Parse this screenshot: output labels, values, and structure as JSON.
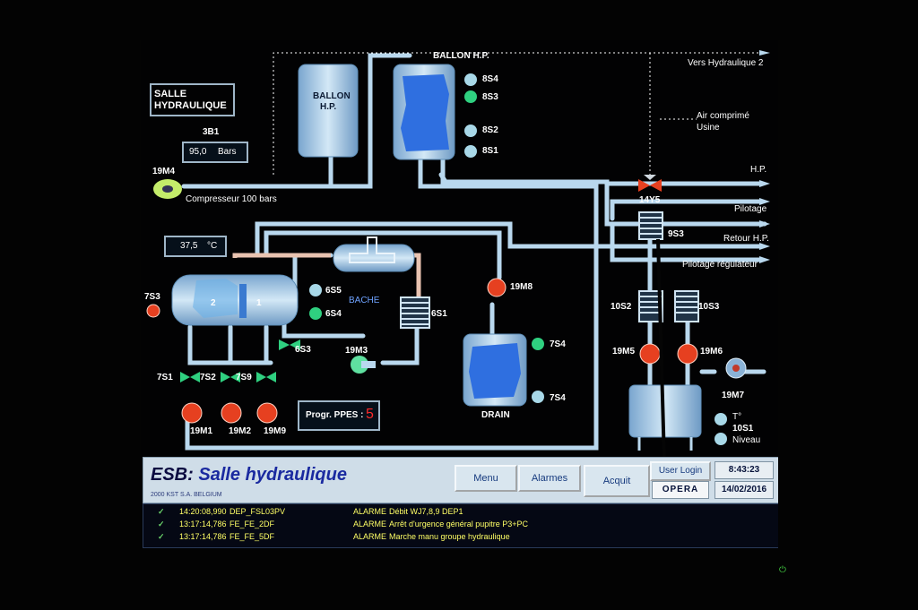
{
  "labels": {
    "room_line1": "SALLE",
    "room_line2": "HYDRAULIQUE",
    "sensor_3b1": "3B1",
    "pressure_value": "95,0",
    "pressure_unit": "Bars",
    "motor_19m4": "19M4",
    "compressor": "Compresseur 100 bars",
    "tank_hp_line1": "BALLON",
    "tank_hp_line2": "H.P.",
    "tank_hp2": "BALLON H.P.",
    "s8s4": "8S4",
    "s8s3": "8S3",
    "s8s2": "8S2",
    "s8s1": "8S1",
    "vers_hydraulique": "Vers Hydraulique 2",
    "air_line1": "Air comprimé",
    "air_line2": "Usine",
    "hp": "H.P.",
    "v14y5": "14Y5",
    "pilotage": "Pilotage",
    "s9s3": "9S3",
    "retour_hp": "Retour H.P.",
    "pilotage_reg": "Pilotage régulateur",
    "temp_value": "37,5",
    "temp_unit": "°C",
    "s7s3": "7S3",
    "s6s5": "6S5",
    "s6s4": "6S4",
    "bache": "BACHE",
    "s6s1": "6S1",
    "s6s3": "6S3",
    "m19m8": "19M8",
    "m19m3": "19M3",
    "s7s4a": "7S4",
    "s7s4b": "7S4",
    "drain": "DRAIN",
    "s7s1": "7S1",
    "s7s2": "7S2",
    "s7s9": "7S9",
    "m19m1": "19M1",
    "m19m2": "19M2",
    "m19m9": "19M9",
    "progr_label": "Progr. PPES :",
    "progr_value": "5",
    "s10s2": "10S2",
    "s10s3": "10S3",
    "m19m5": "19M5",
    "m19m6": "19M6",
    "m19m7": "19M7",
    "tdeg": "T°",
    "s10s1": "10S1",
    "niveau": "Niveau",
    "tank1": "1",
    "tank2": "2"
  },
  "bar": {
    "title_prefix": "ESB:",
    "title": " Salle hydraulique",
    "brand": "2000 KST S.A. BELGIUM",
    "menu": "Menu",
    "alarmes": "Alarmes",
    "acquit": "Acquit",
    "user_login": "User Login",
    "opera": "OPERA",
    "time": "8:43:23",
    "date": "14/02/2016"
  },
  "alarms": [
    {
      "time": "14:20:08,990",
      "tag": "DEP_FSL03PV",
      "type": "ALARME",
      "msg": "Débit WJ7,8,9 DEP1"
    },
    {
      "time": "13:17:14,786",
      "tag": "FE_FE_2DF",
      "type": "ALARME",
      "msg": "Arrêt d'urgence général pupitre P3+PC"
    },
    {
      "time": "13:17:14,786",
      "tag": "FE_FE_5DF",
      "type": "ALARME",
      "msg": "Marche manu groupe hydraulique"
    }
  ],
  "colors": {
    "pipe": "#b9d8ee",
    "pipe_hot": "#e9c3b0",
    "sensor_on": "#2fd080",
    "sensor_off": "#a8d8e8",
    "motor_on": "#e64020",
    "panel_bg": "#020203",
    "title_blue": "#1a2aa0",
    "alarm_yellow": "#ffff66"
  },
  "icons": {
    "check": "checkmark-icon",
    "power": "power-icon",
    "fan": "fan-icon"
  },
  "power_symbol": "⏻"
}
